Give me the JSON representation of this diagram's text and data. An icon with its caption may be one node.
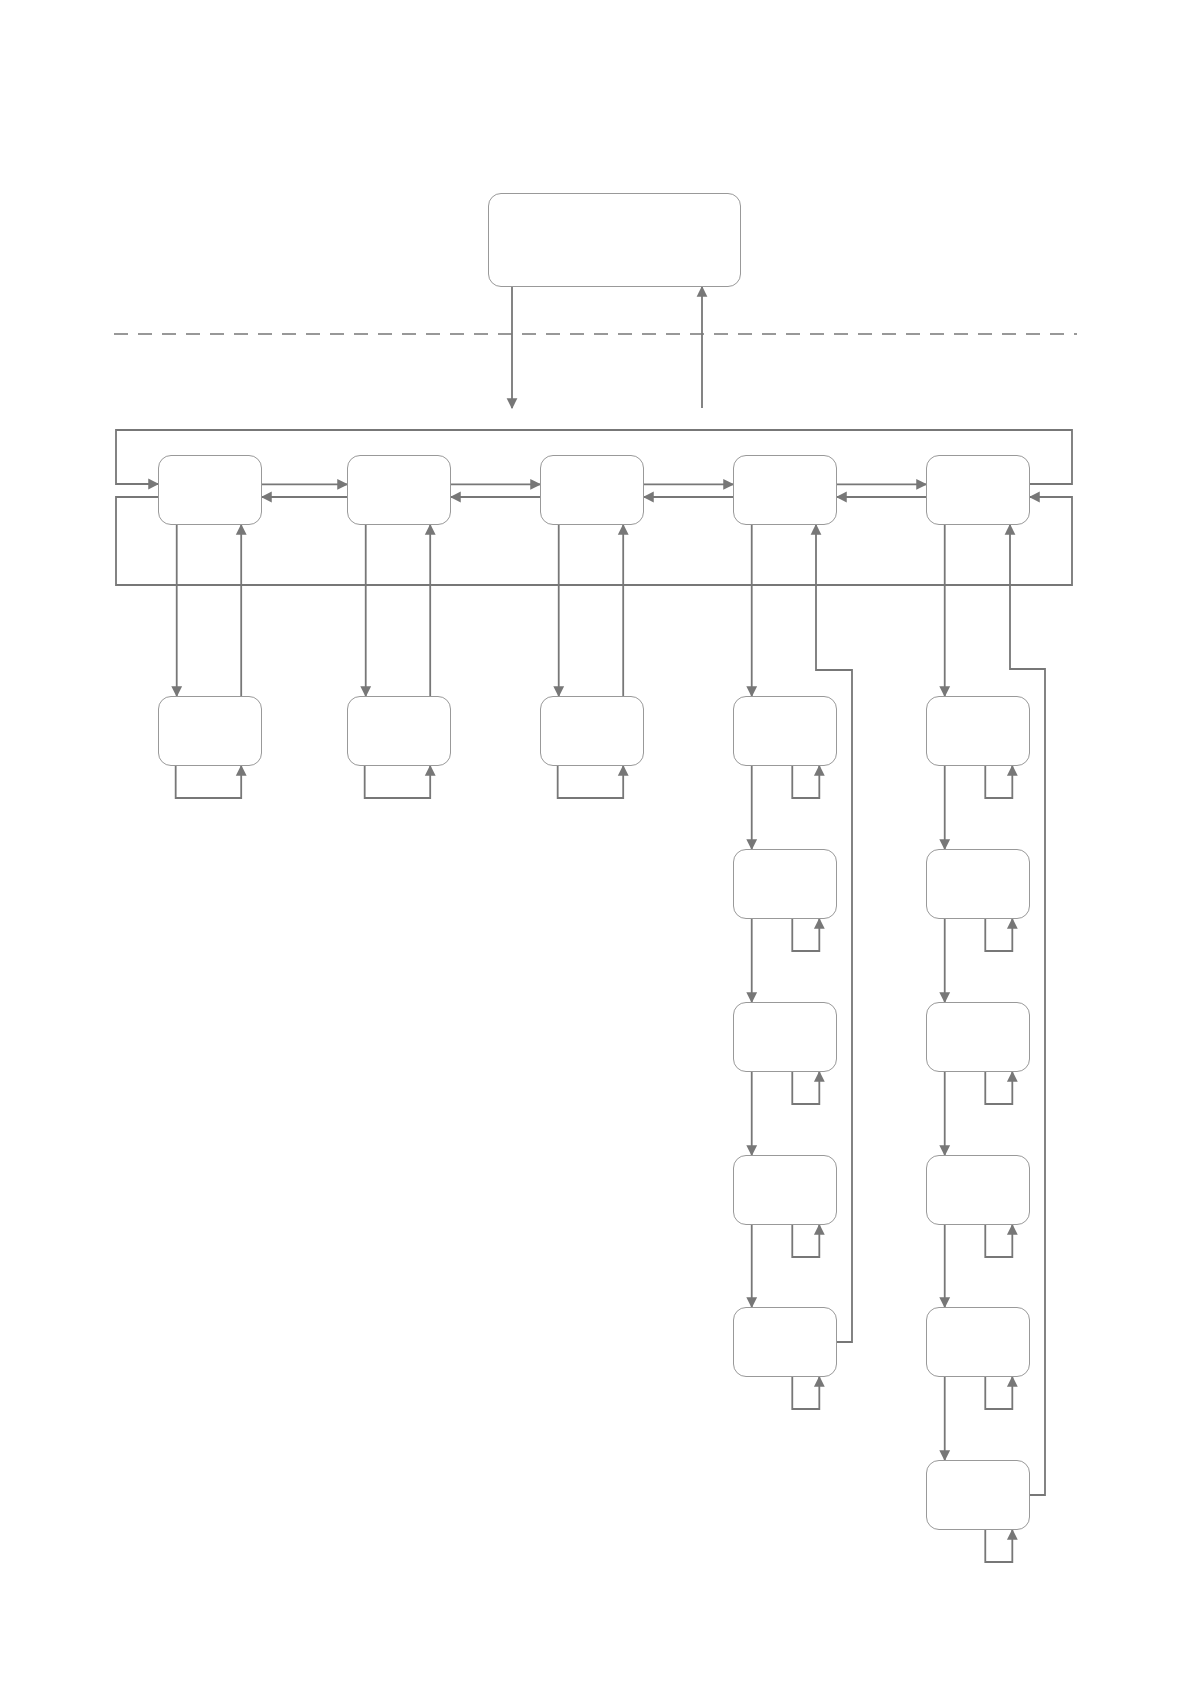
{
  "diagram": {
    "nodes": [
      {
        "text": [],
        "shape": "box"
      },
      {
        "text": [],
        "shape": "box"
      },
      {
        "text": [],
        "shape": "box"
      },
      {
        "text": [],
        "shape": "box"
      },
      {
        "text": [],
        "shape": "box"
      },
      {
        "text": [],
        "shape": "box"
      },
      {
        "text": [],
        "shape": "box"
      },
      {
        "text": [],
        "shape": "box"
      },
      {
        "text": [],
        "shape": "box"
      },
      {
        "text": [],
        "shape": "box"
      },
      {
        "text": [],
        "shape": "box"
      },
      {
        "text": [],
        "shape": "box"
      },
      {
        "text": [],
        "shape": "box"
      },
      {
        "text": [],
        "shape": "box"
      },
      {
        "text": [],
        "shape": "box"
      },
      {
        "text": [],
        "shape": "box"
      },
      {
        "text": [],
        "shape": "box"
      },
      {
        "text": [],
        "shape": "box"
      },
      {
        "text": [],
        "shape": "box"
      },
      {
        "text": [],
        "shape": "box"
      }
    ],
    "edges": [
      {
        "from": 0,
        "to": null,
        "arrow": "to"
      },
      {
        "from": null,
        "to": 0,
        "arrow": "to"
      },
      {
        "from": 1,
        "to": 2,
        "arrow": "to"
      },
      {
        "from": 2,
        "to": 1,
        "arrow": "to"
      },
      {
        "from": 2,
        "to": 3,
        "arrow": "to"
      },
      {
        "from": 3,
        "to": 2,
        "arrow": "to"
      },
      {
        "from": 3,
        "to": 4,
        "arrow": "to"
      },
      {
        "from": 4,
        "to": 3,
        "arrow": "to"
      },
      {
        "from": 4,
        "to": 5,
        "arrow": "to"
      },
      {
        "from": 5,
        "to": 4,
        "arrow": "to"
      },
      {
        "from": 5,
        "to": 1,
        "arrow": "to"
      },
      {
        "from": 1,
        "to": 5,
        "arrow": "to"
      },
      {
        "from": 1,
        "to": 6,
        "arrow": "to"
      },
      {
        "from": 2,
        "to": 7,
        "arrow": "to"
      },
      {
        "from": 3,
        "to": 8,
        "arrow": "to"
      },
      {
        "from": 4,
        "to": 9,
        "arrow": "to"
      },
      {
        "from": 5,
        "to": 10,
        "arrow": "to"
      },
      {
        "from": 6,
        "to": 1,
        "arrow": "to"
      },
      {
        "from": 7,
        "to": 2,
        "arrow": "to"
      },
      {
        "from": 8,
        "to": 3,
        "arrow": "to"
      },
      {
        "from": 17,
        "to": 4,
        "arrow": "to"
      },
      {
        "from": 19,
        "to": 5,
        "arrow": "to"
      },
      {
        "from": 9,
        "to": 11,
        "arrow": "to"
      },
      {
        "from": 11,
        "to": 13,
        "arrow": "to"
      },
      {
        "from": 13,
        "to": 15,
        "arrow": "to"
      },
      {
        "from": 15,
        "to": 17,
        "arrow": "to"
      },
      {
        "from": 10,
        "to": 12,
        "arrow": "to"
      },
      {
        "from": 12,
        "to": 14,
        "arrow": "to"
      },
      {
        "from": 14,
        "to": 16,
        "arrow": "to"
      },
      {
        "from": 16,
        "to": 18,
        "arrow": "to"
      },
      {
        "from": 18,
        "to": 19,
        "arrow": "to"
      },
      {
        "from": 6,
        "to": 6,
        "arrow": "to"
      },
      {
        "from": 7,
        "to": 7,
        "arrow": "to"
      },
      {
        "from": 8,
        "to": 8,
        "arrow": "to"
      },
      {
        "from": 9,
        "to": 9,
        "arrow": "to"
      },
      {
        "from": 10,
        "to": 10,
        "arrow": "to"
      },
      {
        "from": 11,
        "to": 11,
        "arrow": "to"
      },
      {
        "from": 12,
        "to": 12,
        "arrow": "to"
      },
      {
        "from": 13,
        "to": 13,
        "arrow": "to"
      },
      {
        "from": 14,
        "to": 14,
        "arrow": "to"
      },
      {
        "from": 15,
        "to": 15,
        "arrow": "to"
      },
      {
        "from": 16,
        "to": 16,
        "arrow": "to"
      },
      {
        "from": 17,
        "to": 17,
        "arrow": "to"
      },
      {
        "from": 18,
        "to": 18,
        "arrow": "to"
      },
      {
        "from": 19,
        "to": 19,
        "arrow": "to"
      }
    ]
  }
}
